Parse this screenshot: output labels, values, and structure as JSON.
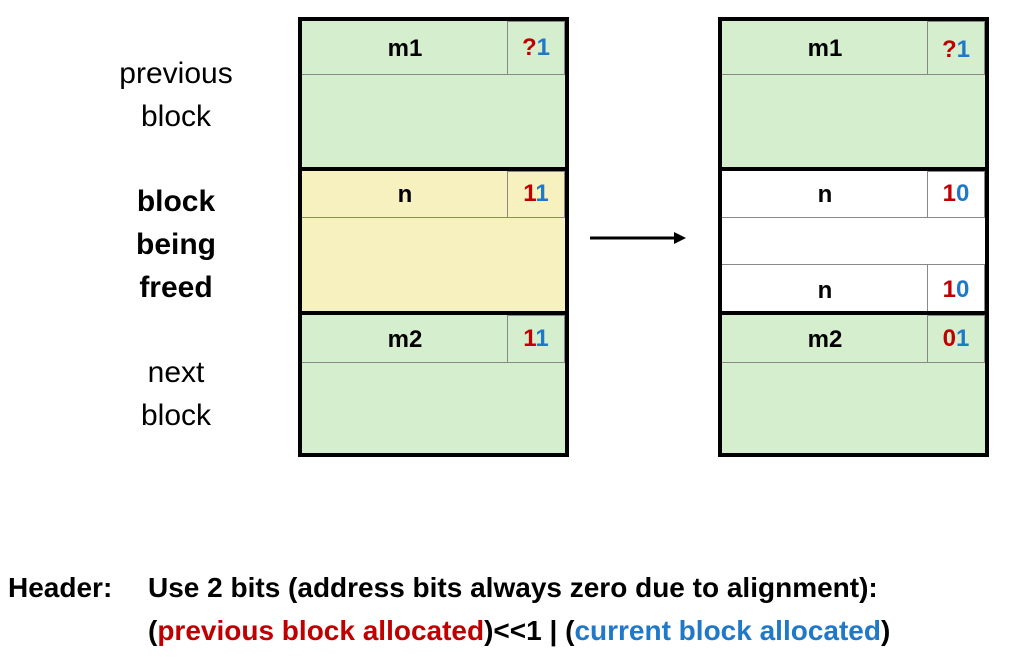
{
  "labels": {
    "previous_block": [
      "previous",
      "block"
    ],
    "block_being_freed": [
      "block",
      "being",
      "freed"
    ],
    "next_block": [
      "next",
      "block"
    ]
  },
  "before": {
    "m1": {
      "name": "m1",
      "prev_bit": "?",
      "cur_bit": "1"
    },
    "n": {
      "name": "n",
      "prev_bit": "1",
      "cur_bit": "1"
    },
    "m2": {
      "name": "m2",
      "prev_bit": "1",
      "cur_bit": "1"
    }
  },
  "after": {
    "m1": {
      "name": "m1",
      "prev_bit": "?",
      "cur_bit": "1"
    },
    "n_header": {
      "name": "n",
      "prev_bit": "1",
      "cur_bit": "0"
    },
    "n_footer": {
      "name": "n",
      "prev_bit": "1",
      "cur_bit": "0"
    },
    "m2": {
      "name": "m2",
      "prev_bit": "0",
      "cur_bit": "1"
    }
  },
  "caption": {
    "header_label": "Header:",
    "line1": "Use 2 bits (address bits always zero due to alignment):",
    "open1": "(",
    "prev_text": "previous block allocated",
    "mid": ")<<1 | (",
    "cur_text": "current block allocated",
    "close": ")"
  },
  "colors": {
    "green": "#d5efce",
    "yellow": "#f6f1bf",
    "red": "#c00000",
    "blue": "#1f78c8"
  }
}
